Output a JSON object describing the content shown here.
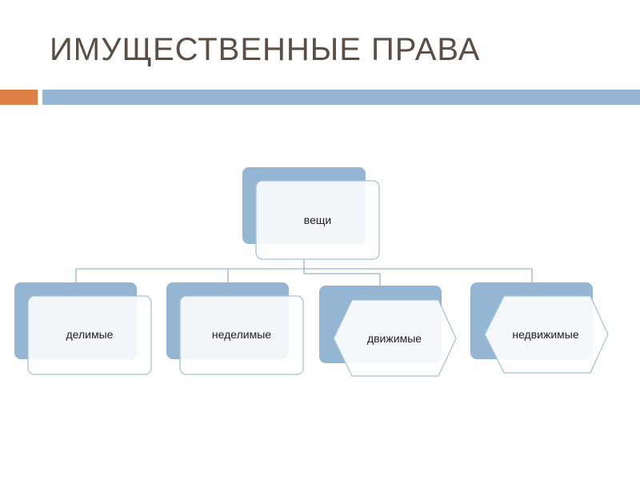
{
  "slide": {
    "title": "ИМУЩЕСТВЕННЫЕ ПРАВА"
  },
  "diagram": {
    "root": {
      "label": "вещи"
    },
    "children": [
      {
        "label": "делимые",
        "shape": "rounded"
      },
      {
        "label": "неделимые",
        "shape": "rounded"
      },
      {
        "label": "движимые",
        "shape": "hexagon"
      },
      {
        "label": "недвижимые",
        "shape": "hexagon"
      }
    ]
  },
  "colors": {
    "title_text": "#5b4f45",
    "accent_orange": "#dd8047",
    "accent_blue": "#94b6d2",
    "shadow_box": "#94b6d2",
    "connector": "#94b6d2"
  }
}
